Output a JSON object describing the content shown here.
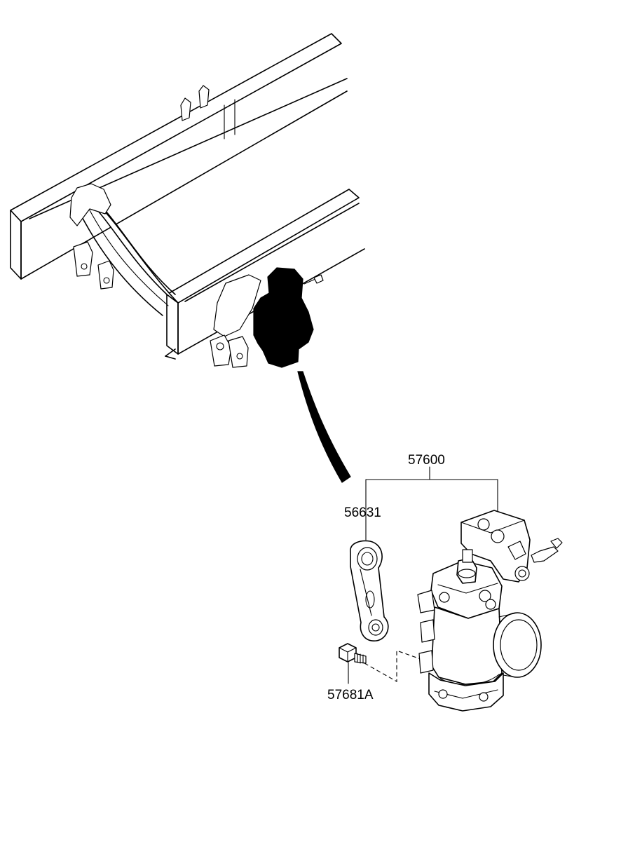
{
  "diagram": {
    "parts": [
      {
        "number": "57600"
      },
      {
        "number": "56631"
      },
      {
        "number": "57681A"
      }
    ]
  }
}
